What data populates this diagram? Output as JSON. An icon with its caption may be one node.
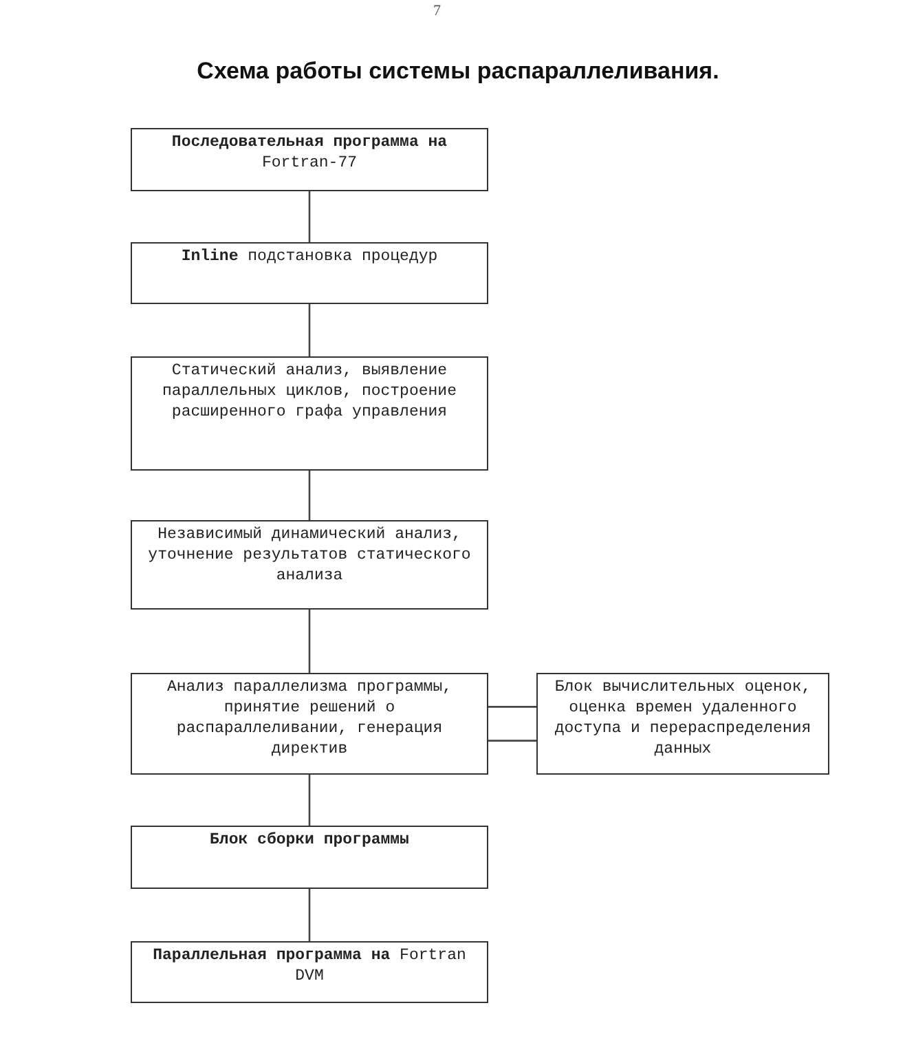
{
  "diagram": {
    "title": "Схема работы системы распараллеливания.",
    "nodes": [
      {
        "text": [
          "**Последовательная программа на** Fortran-77"
        ]
      },
      {
        "text": [
          "**Inline** подстановка процедур"
        ]
      },
      {
        "text": [
          "Статический анализ, выявление параллельных циклов, построение расширенного графа управления"
        ]
      },
      {
        "text": [
          "Независимый динамический анализ, уточнение результатов статического анализа"
        ]
      },
      {
        "text": [
          "Анализ параллелизма программы, принятие решений о распараллеливании, генерация директив"
        ]
      },
      {
        "text": [
          "Блок вычислительных оценок, оценка времен удаленного доступа и перераспределения данных"
        ]
      },
      {
        "text": [
          "Блок сборки программы"
        ]
      },
      {
        "text": [
          "**Параллельная программа на** Fortran DVM"
        ]
      }
    ],
    "edges": [
      {
        "from": 0,
        "to": 1,
        "arrow": "none"
      },
      {
        "from": 1,
        "to": 2,
        "arrow": "none"
      },
      {
        "from": 2,
        "to": 3,
        "arrow": "none"
      },
      {
        "from": 3,
        "to": 4,
        "arrow": "none"
      },
      {
        "from": 4,
        "to": 5,
        "arrow": "none"
      },
      {
        "from": 4,
        "to": 5,
        "arrow": "none"
      },
      {
        "from": 4,
        "to": 6,
        "arrow": "none"
      },
      {
        "from": 6,
        "to": 7,
        "arrow": "none"
      }
    ],
    "labels": [
      "7"
    ]
  }
}
